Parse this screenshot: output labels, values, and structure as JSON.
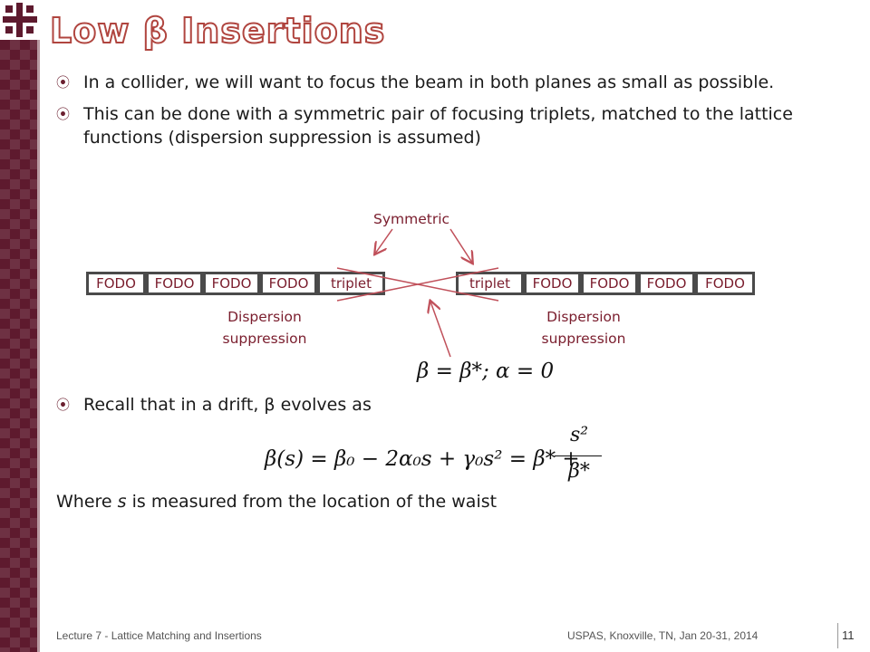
{
  "slide": {
    "title": "Low β Insertions",
    "bullets": [
      "In a collider, we will want to focus the beam in both planes as small as possible.",
      "This can be done with a symmetric pair of focusing triplets, matched to the lattice functions (dispersion suppression is assumed)",
      "Recall that in a drift, β evolves as"
    ],
    "where_prefix": "Where ",
    "where_var": "s",
    "where_suffix": " is measured from the location of the waist"
  },
  "diagram": {
    "symmetric_label": "Symmetric",
    "left_cells": [
      "FODO",
      "FODO",
      "FODO",
      "FODO",
      "triplet"
    ],
    "right_cells": [
      "triplet",
      "FODO",
      "FODO",
      "FODO",
      "FODO"
    ],
    "dispersion_left_line1": "Dispersion",
    "dispersion_left_line2": "suppression",
    "dispersion_right_line1": "Dispersion",
    "dispersion_right_line2": "suppression",
    "waist_eq": "β = β*; α = 0"
  },
  "equation": {
    "lhs": "β(s) = β₀ − 2α₀s + γ₀s² = β* +",
    "frac_num": "s²",
    "frac_den": "β*"
  },
  "footer": {
    "left": "Lecture 7 - Lattice Matching and Insertions",
    "right": "USPAS, Knoxville, TN, Jan 20-31, 2014",
    "page": "11"
  },
  "colors": {
    "sidebar": "#5e1a2e",
    "title_outline": "#b0453f",
    "label": "#7a1d2d"
  }
}
